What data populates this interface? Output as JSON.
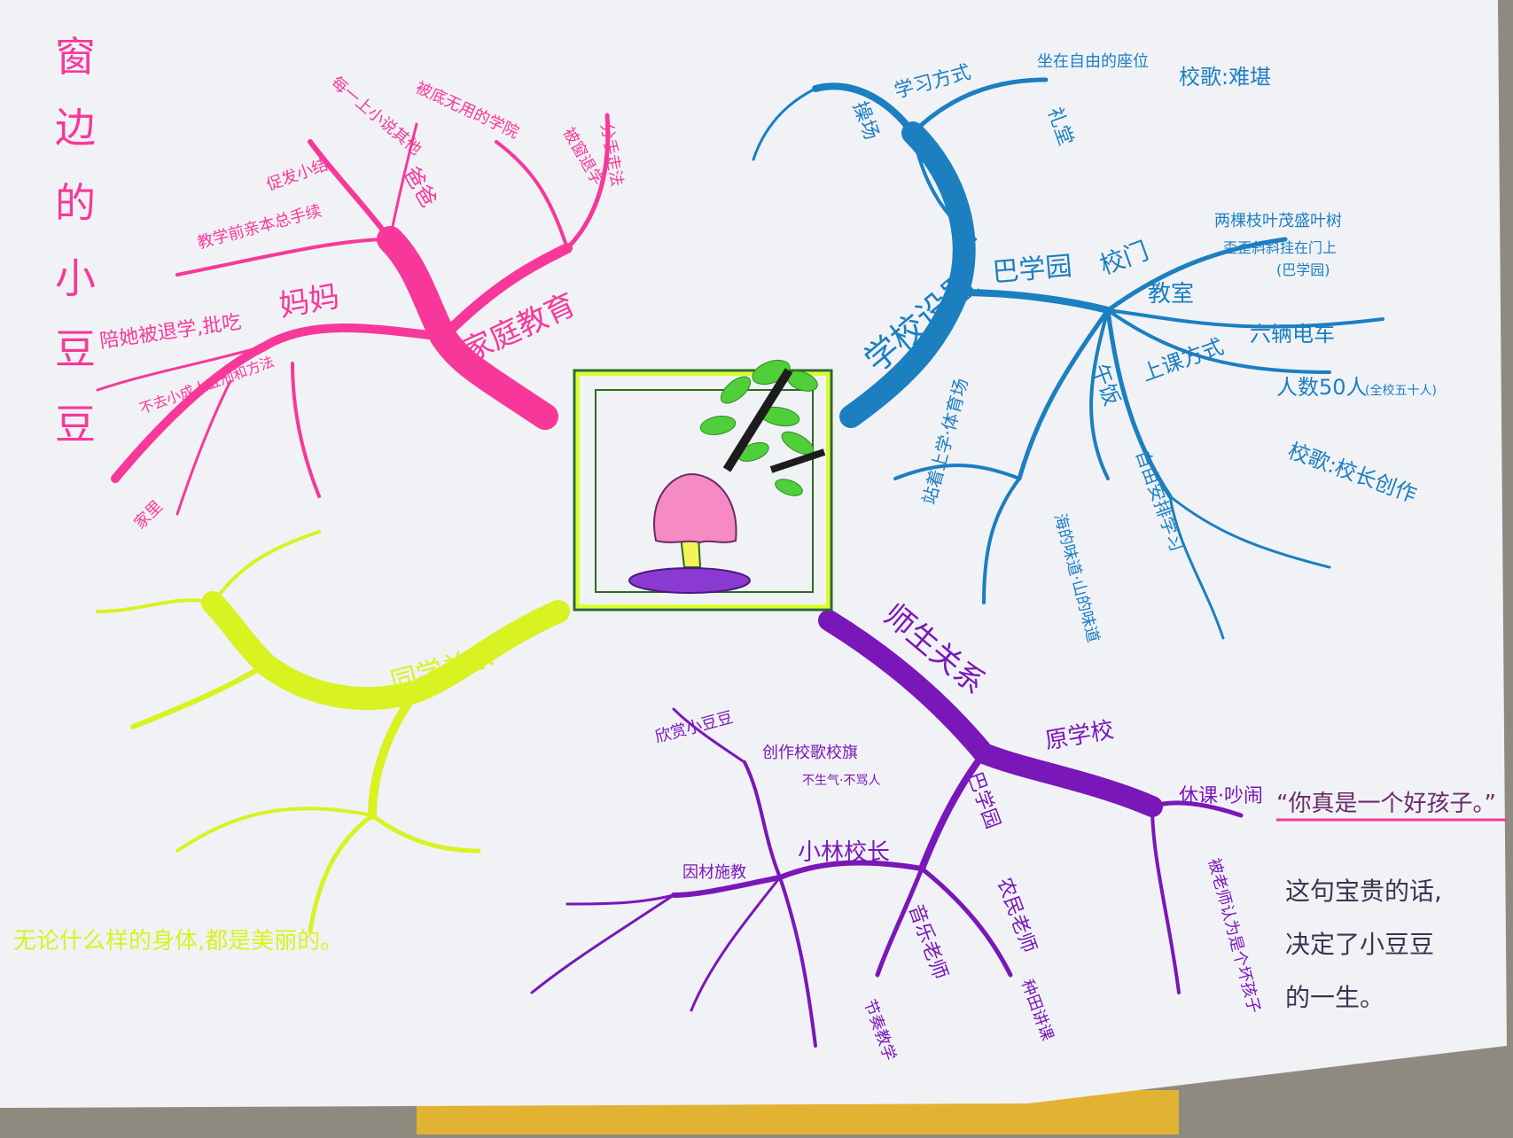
{
  "title": "窗边的小豆豆",
  "colors": {
    "paper": "#f1f2f6",
    "pink": "#f7389a",
    "blue": "#1b7fc0",
    "yellow": "#d9f221",
    "purple": "#7a17b8",
    "ink": "#3a3550"
  },
  "branches": {
    "family": {
      "label": "家庭教育",
      "mama": "妈妈",
      "mama_note": "陪她被退学,批吃",
      "rooms": "家里",
      "details": [
        "不去小成人五刑和方法",
        "教学前亲本总手续",
        "促发小结",
        "每一上小说其他",
        "被底无用的学院",
        "被窗退学",
        "分手走法"
      ],
      "papa": "爸爸"
    },
    "school": {
      "label": "学校设置",
      "bagakuen": "巴学园",
      "gate": "校门",
      "gate_note": "两棵枝叶茂盛叶树",
      "gate_note2": "歪歪斜斜挂在门上",
      "gate_note3": "(巴学园)",
      "classroom": "教室",
      "trams": "六辆电车",
      "people": "人数50人",
      "people_note": "(全校五十人)",
      "motto": "校歌:校长创作",
      "school_song": "校歌:难堪",
      "location": "坐在自由的座位",
      "lesson": "上课方式",
      "lunch": "午饭",
      "lunch_note": "海的味道·山的味道",
      "study": "学习方式",
      "free_study": "自由安排学习",
      "garden": "操场",
      "hall": "礼堂",
      "rules": "站着上学·体育场"
    },
    "peers": {
      "label": "同学关系",
      "note": "无论什么样的身体,都是美丽的。"
    },
    "teacher": {
      "label": "师生关系",
      "old_school": "原学校",
      "old_note": "休课·吵闹",
      "old_note2": "被老师认为是个坏孩子",
      "new_school": "巴学园",
      "principal": "小林校长",
      "principal_notes": [
        "创作校歌校旗",
        "不生气·不骂人",
        "欣赏小豆豆",
        "因材施教"
      ],
      "farmer": "农民老师",
      "farmer_note": "种田讲课",
      "music": "音乐老师",
      "music_note": "节奏教学"
    },
    "quote": {
      "line1": "“你真是一个好孩子。”",
      "line2": "这句宝贵的话,",
      "line3": "决定了小豆豆",
      "line4": "的一生。"
    }
  }
}
